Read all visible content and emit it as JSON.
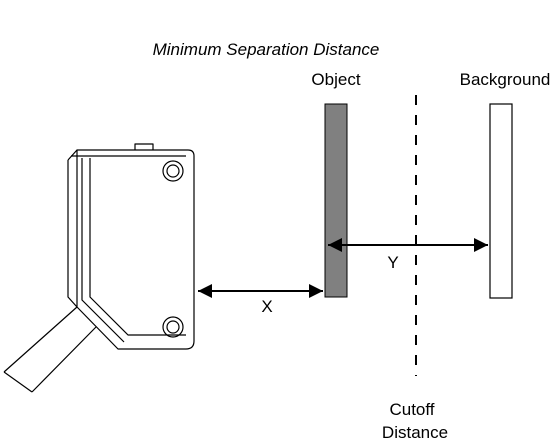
{
  "title": "Minimum Separation Distance",
  "labels": {
    "object": "Object",
    "background": "Background",
    "x": "X",
    "y": "Y",
    "cutoff_line1": "Cutoff",
    "cutoff_line2": "Distance"
  },
  "colors": {
    "object_fill": "#808080",
    "stroke": "#000000",
    "background_fill": "#ffffff"
  },
  "icons": {
    "sensor": "photoelectric-sensor-icon"
  }
}
